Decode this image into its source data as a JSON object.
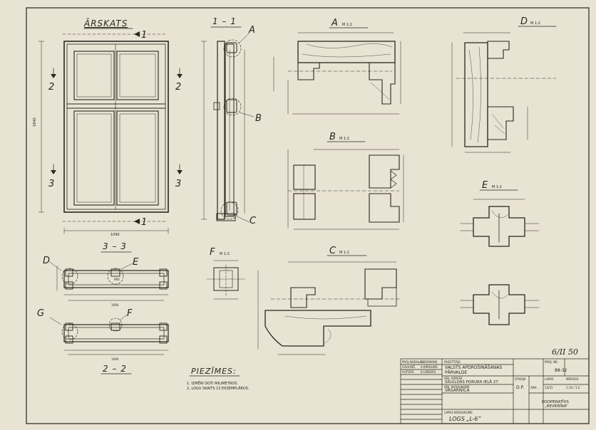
{
  "views": {
    "elevation": "ĀRSKATS",
    "section_1_1": "1 – 1",
    "section_3_3": "3 – 3",
    "section_2_2": "2 – 2"
  },
  "markers": {
    "one_top": "1",
    "one_bottom": "1",
    "two_left": "2",
    "two_right": "2",
    "three_left": "3",
    "three_right": "3"
  },
  "dims": {
    "width": "1090",
    "height": "1840",
    "w_3_3": "960",
    "w_3_3_total": "1090",
    "w_2_2": "1090"
  },
  "callouts": {
    "A": "A",
    "B": "B",
    "C": "C",
    "D": "D",
    "E": "E",
    "F": "F",
    "G": "G"
  },
  "details": {
    "A": {
      "letter": "A",
      "scale": "M 1:2"
    },
    "B": {
      "letter": "B",
      "scale": "M 1:2"
    },
    "C": {
      "letter": "C",
      "scale": "M 1:2"
    },
    "D": {
      "letter": "D",
      "scale": "M 1:2"
    },
    "E": {
      "letter": "E",
      "scale": "M 1:2"
    },
    "F": {
      "letter": "F",
      "scale": "M 1:2"
    }
  },
  "notes": {
    "title": "PIEZĪMES:",
    "line1": "1. IZMĒRI DOTI MILIMETROS.",
    "line2": "2. LOGU SKAITS 13 EKSEMPLĀROS."
  },
  "handwritten": "6/II 50",
  "title_block": {
    "r1_role": "PROJ.NODAĻAS",
    "r1_name": "E.KERMANS",
    "r2_role": "GALV.INŽ.",
    "r2_name": "A.KĀRKLIŅŠ",
    "r3_role": "AUTORS",
    "r3_name": "B.LINDERS",
    "org_label": "PASŪTĪTĀJS",
    "org_line1": "VALSTS APDROŠINĀŠANAS",
    "org_line2": "PĀRVALDE",
    "obj_label": "OBJ. ADRESE",
    "obj_value": "SIGULDAS PORUKA IELĀ 27",
    "name_label": "OBJ. NOSAUKUMS",
    "name_value": "VASARNĪCA",
    "sheet_label": "LAPAS NOSAUKUMS",
    "sheet_value": "LOGS „L-6”",
    "stage_label": "STADIJA",
    "stage_value": "D.P.",
    "arch_label": "ARH.",
    "sheet_no_label": "LAPAS",
    "sheet_no": "13/15",
    "scale_label": "MĒROGS",
    "scale_value": "1:10 / 1:2",
    "proj_no_label": "PROJ. NR.",
    "proj_no": "88-32",
    "kop_line1": "KOOPERATĪVS",
    "kop_line2": "„REVERĪNA”"
  },
  "colors": {
    "paper": "#e9e3d3",
    "ink": "#2a2620"
  }
}
